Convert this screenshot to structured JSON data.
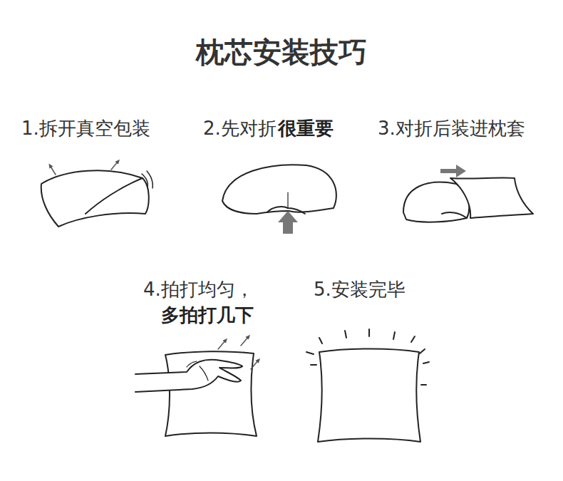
{
  "diagram": {
    "title": "枕芯安装技巧",
    "labels": [
      "1.拆开真空包装",
      "2.先对折",
      "很重要",
      "3.对折后装进枕套",
      "4.拍打均匀，",
      "多拍打几下",
      "5.安装完毕"
    ]
  }
}
